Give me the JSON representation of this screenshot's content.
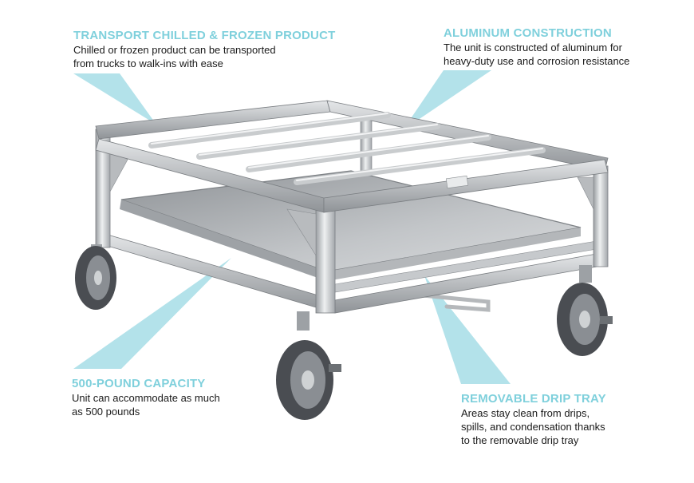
{
  "callouts": {
    "transport": {
      "title": "TRANSPORT CHILLED & FROZEN PRODUCT",
      "lines": [
        "Chilled or frozen product can be transported",
        "from trucks to walk-ins with ease"
      ]
    },
    "aluminum": {
      "title": "ALUMINUM CONSTRUCTION",
      "lines": [
        "The unit is constructed of aluminum for",
        "heavy-duty use and corrosion resistance"
      ]
    },
    "capacity": {
      "title": "500-POUND CAPACITY",
      "lines": [
        "Unit can accommodate as much",
        "as 500 pounds"
      ]
    },
    "tray": {
      "title": "REMOVABLE DRIP TRAY",
      "lines": [
        "Areas stay clean from drips,",
        "spills, and condensation thanks",
        "to the removable drip tray"
      ]
    }
  },
  "colors": {
    "accent": "#7fd0dc",
    "pointer": "#a6dde6",
    "text": "#1a1a1a",
    "metal": "#c9ccce",
    "wheel": "#4a4d52"
  },
  "illustration": {
    "subject": "aluminum-dunnage-cart-icon"
  }
}
